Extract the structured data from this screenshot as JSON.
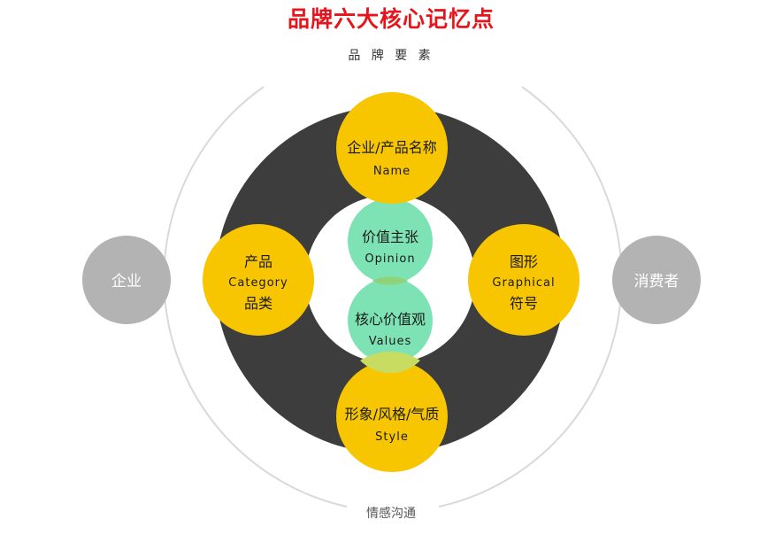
{
  "title": "品牌六大核心记忆点",
  "subtitle": "品 牌 要 素",
  "bottom_label": "情感沟通",
  "left_node": {
    "label": "企业"
  },
  "right_node": {
    "label": "消费者"
  },
  "nodes": {
    "name": {
      "line1": "企业/产品名称",
      "line2": "Name"
    },
    "category": {
      "line1": "产品",
      "line2": "Category",
      "line3": "品类"
    },
    "graphic": {
      "line1": "图形",
      "line2": "Graphical",
      "line3": "符号"
    },
    "style": {
      "line1": "形象/风格/气质",
      "line2": "Style"
    },
    "opinion": {
      "line1": "价值主张",
      "line2": "Opinion"
    },
    "values": {
      "line1": "核心价值观",
      "line2": "Values"
    }
  },
  "colors": {
    "title": "#e8141c",
    "subtitle": "#333333",
    "ring": "#3d3d3d",
    "yellow": "#f7c600",
    "green": "#7de3b4",
    "green_overlap": "#8fd27a",
    "grey_node": "#b3b3b3",
    "outer_arc": "#d9d9d9",
    "node_text": "#1a1a1a",
    "white_text": "#ffffff"
  }
}
